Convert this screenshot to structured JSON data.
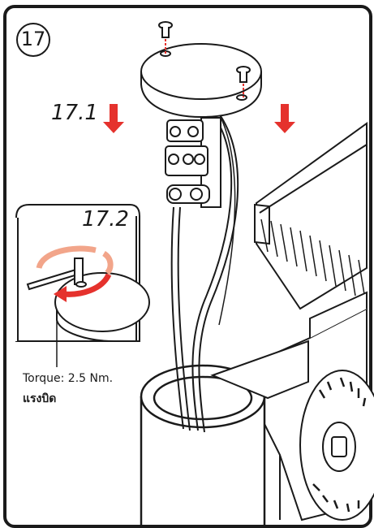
{
  "instruction": {
    "step_number": "17",
    "sub_step_1": "17.1",
    "sub_step_2": "17.2",
    "torque_label": "Torque: 2.5 Nm.",
    "torque_label_thai": "แรงบิด"
  },
  "colors": {
    "arrow_red": "#e5322d",
    "rotation_light": "#f2a58a",
    "line": "#1a1a1a"
  },
  "icons": [
    "down-arrow-icon",
    "rotation-arrow-icon",
    "hex-key-icon",
    "screw-icon"
  ]
}
